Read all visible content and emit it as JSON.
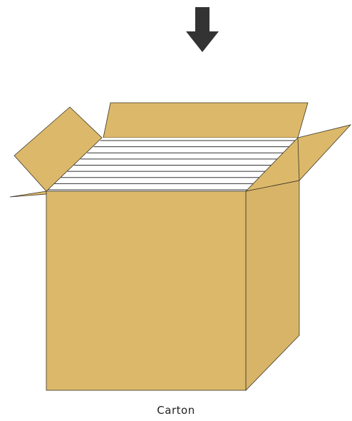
{
  "diagram": {
    "caption": "Carton",
    "colors": {
      "cardboard": "#dcb96a",
      "cardboard_shade": "#d8b468",
      "outline": "#3a3428",
      "arrow": "#333333",
      "paper": "#ffffff",
      "paper_lines": "#333333"
    },
    "elements": {
      "arrow": "down-arrow",
      "box": "open-cardboard-box",
      "contents": "paper-stack"
    }
  }
}
